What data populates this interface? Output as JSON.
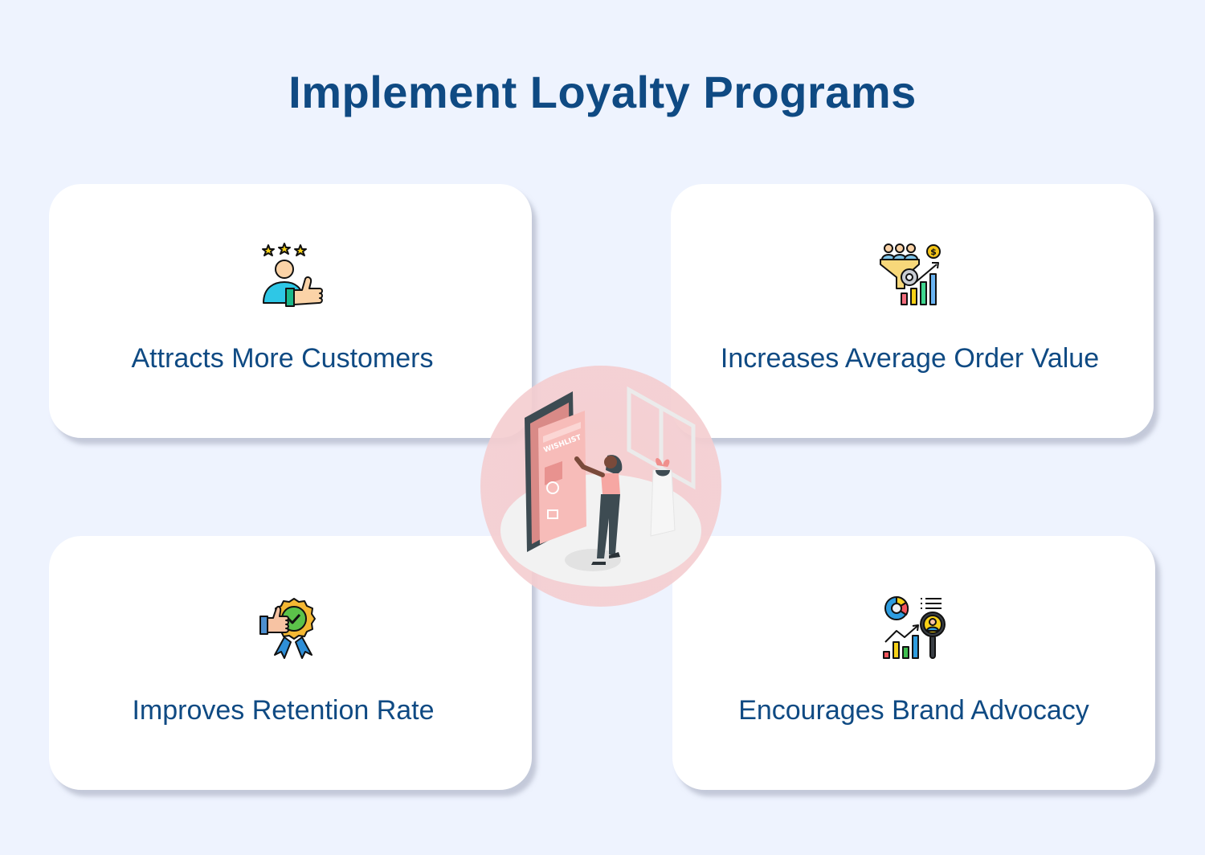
{
  "header": {
    "title": "Implement Loyalty Programs"
  },
  "cards": [
    {
      "label": "Attracts More Customers",
      "icon": "customer-thumbs-up-stars-icon"
    },
    {
      "label": "Increases Average Order Value",
      "icon": "sales-funnel-growth-chart-icon"
    },
    {
      "label": "Improves Retention Rate",
      "icon": "quality-badge-thumbs-up-icon"
    },
    {
      "label": "Encourages Brand Advocacy",
      "icon": "analytics-magnifier-person-icon"
    }
  ],
  "illustration": {
    "name": "woman-browsing-wishlist-illustration",
    "screen_text": "WISHLIST"
  },
  "colors": {
    "background": "#eef3fe",
    "card": "#ffffff",
    "text": "#0f4a83",
    "accent_pink": "#f4a9a8"
  }
}
